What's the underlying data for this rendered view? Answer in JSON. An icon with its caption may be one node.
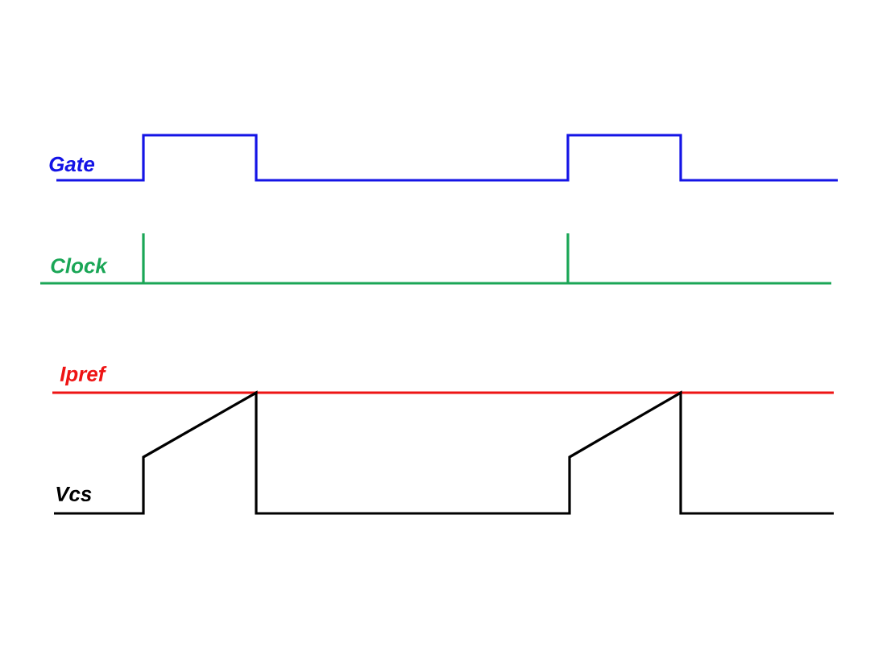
{
  "diagram": {
    "labels": [
      "Gate",
      "Clock",
      "Ipref",
      "Vcs"
    ]
  }
}
